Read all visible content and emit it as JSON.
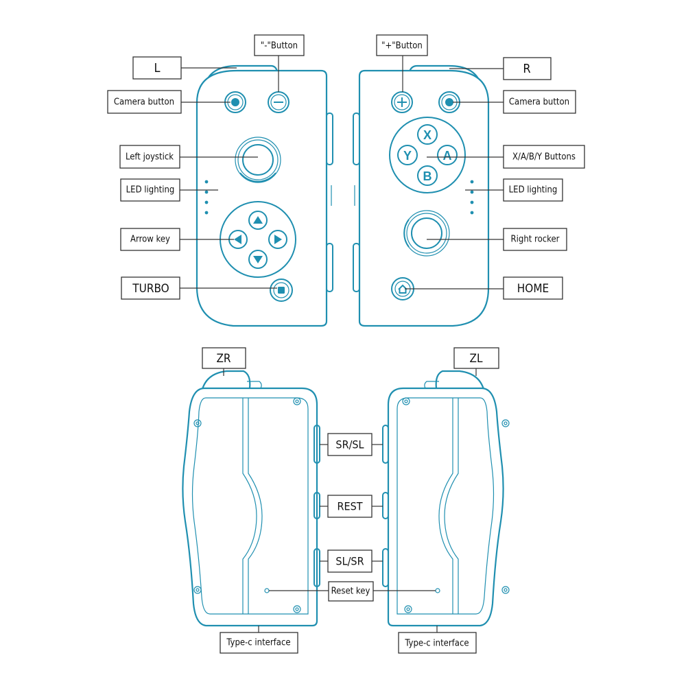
{
  "colors": {
    "outline": "#1f8fb0",
    "leader": "#333333",
    "text": "#111111"
  },
  "front": {
    "left_controller": {
      "labels": {
        "l": "L",
        "minus_button": "\"-\"Button",
        "camera_button": "Camera button",
        "left_joystick": "Left joystick",
        "led_lighting": "LED lighting",
        "arrow_key": "Arrow key",
        "turbo": "TURBO"
      }
    },
    "right_controller": {
      "labels": {
        "plus_button": "\"+\"Button",
        "r": "R",
        "camera_button": "Camera button",
        "xaby_buttons": "X/A/B/Y Buttons",
        "led_lighting": "LED lighting",
        "right_rocker": "Right rocker",
        "home": "HOME"
      },
      "face_buttons": {
        "x": "X",
        "a": "A",
        "b": "B",
        "y": "Y"
      }
    }
  },
  "back": {
    "labels": {
      "zr": "ZR",
      "zl": "ZL",
      "sr_sl": "SR/SL",
      "rest": "REST",
      "sl_sr": "SL/SR",
      "reset_key": "Reset key",
      "type_c_left": "Type-c interface",
      "type_c_right": "Type-c interface"
    }
  },
  "icons": {
    "minus": "minus-icon",
    "plus": "plus-icon",
    "camera": "camera-dot-icon",
    "turbo": "square-stop-icon",
    "home": "home-icon",
    "arrows": [
      "arrow-up-icon",
      "arrow-left-icon",
      "arrow-right-icon",
      "arrow-down-icon"
    ]
  }
}
